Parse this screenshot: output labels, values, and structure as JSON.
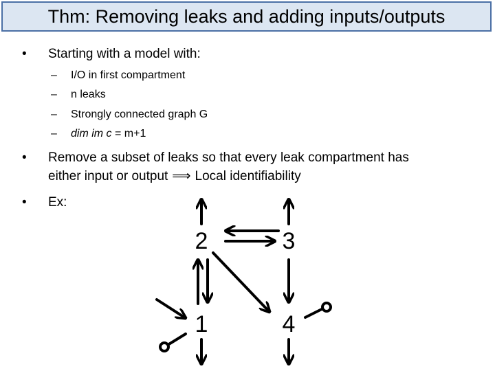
{
  "title": "Thm: Removing leaks and adding inputs/outputs",
  "bullets": {
    "b1": "Starting with a model with:",
    "sub": [
      {
        "text": "I/O in first compartment",
        "italic": false
      },
      {
        "text": "n leaks",
        "italic": false
      },
      {
        "text": "Strongly connected graph G",
        "italic": false
      },
      {
        "text_italic": "dim im c",
        "text_rest": " = m+1"
      }
    ],
    "b2_line1": "Remove a subset of leaks so that every leak compartment has",
    "b2_line2_a": "either input or output",
    "b2_implies": "⟹",
    "b2_line2_b": "Local identifiability",
    "b3": "Ex:"
  },
  "markers": {
    "bullet": "•",
    "dash": "–"
  },
  "diagram": {
    "nodes": [
      {
        "id": "2",
        "label": "2"
      },
      {
        "id": "3",
        "label": "3"
      },
      {
        "id": "1",
        "label": "1"
      },
      {
        "id": "4",
        "label": "4"
      }
    ],
    "edges": [
      {
        "from": "3",
        "to": "2"
      },
      {
        "from": "2",
        "to": "3"
      },
      {
        "from": "2",
        "to": "1"
      },
      {
        "from": "1",
        "to": "2"
      },
      {
        "from": "2",
        "to": "4"
      },
      {
        "from": "3",
        "to": "4"
      }
    ],
    "leaks": [
      "2",
      "3",
      "1",
      "4"
    ],
    "inputs": [
      "1"
    ],
    "outputs": [
      "1",
      "4"
    ]
  }
}
